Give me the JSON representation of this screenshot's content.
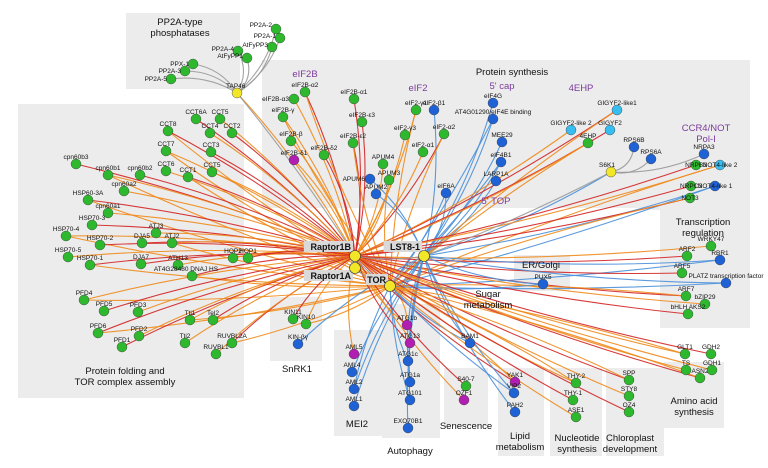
{
  "colors": {
    "green": "#2eb82e",
    "blue": "#1f62d6",
    "magenta": "#b21eb2",
    "cyan": "#38bdf0",
    "yellow": "#f2e629",
    "edge_red": "#d42424",
    "edge_orange": "#f08a1a",
    "edge_gray": "#999999",
    "edge_blue": "#4a90d9",
    "region": "#ececec"
  },
  "groups": [
    {
      "id": "g_pp2a",
      "lines": [
        "PP2A-type",
        "phosphatases"
      ],
      "style": "plain"
    },
    {
      "id": "g_ps",
      "lines": [
        "Protein synthesis"
      ],
      "style": "plain"
    },
    {
      "id": "g_eif2b",
      "lines": [
        "eIF2B"
      ],
      "style": "purple"
    },
    {
      "id": "g_eif2",
      "lines": [
        "eIF2"
      ],
      "style": "purple"
    },
    {
      "id": "g_5cap",
      "lines": [
        "5' cap"
      ],
      "style": "purple"
    },
    {
      "id": "g_4ehp",
      "lines": [
        "4EHP"
      ],
      "style": "purple"
    },
    {
      "id": "g_ccr4",
      "lines": [
        "CCR4/NOT",
        "Pol-I"
      ],
      "style": "purple"
    },
    {
      "id": "g_5top",
      "lines": [
        "5' TOP"
      ],
      "style": "purple"
    },
    {
      "id": "g_tr",
      "lines": [
        "Transcription",
        "regulation"
      ],
      "style": "plain"
    },
    {
      "id": "g_er",
      "lines": [
        "ER/Golgi"
      ],
      "style": "plain"
    },
    {
      "id": "g_sugar",
      "lines": [
        "Sugar",
        "metabolism"
      ],
      "style": "plain"
    },
    {
      "id": "g_pf",
      "lines": [
        "Protein folding and",
        "TOR complex assembly"
      ],
      "style": "plain"
    },
    {
      "id": "g_snrk",
      "lines": [
        "SnRK1"
      ],
      "style": "plain"
    },
    {
      "id": "g_mei2",
      "lines": [
        "MEI2"
      ],
      "style": "plain"
    },
    {
      "id": "g_auto",
      "lines": [
        "Autophagy"
      ],
      "style": "plain"
    },
    {
      "id": "g_sen",
      "lines": [
        "Senescence"
      ],
      "style": "plain"
    },
    {
      "id": "g_lipid",
      "lines": [
        "Lipid",
        "metabolism"
      ],
      "style": "plain"
    },
    {
      "id": "g_nuc",
      "lines": [
        "Nucleotide",
        "synthesis"
      ],
      "style": "plain"
    },
    {
      "id": "g_chl",
      "lines": [
        "Chloroplast",
        "development"
      ],
      "style": "plain"
    },
    {
      "id": "g_aa",
      "lines": [
        "Amino acid",
        "synthesis"
      ],
      "style": "plain"
    }
  ],
  "hubs": [
    {
      "id": "raptor1b",
      "label": "Raptor1B"
    },
    {
      "id": "lst8",
      "label": "LST8-1"
    },
    {
      "id": "raptor1a",
      "label": "Raptor1A"
    },
    {
      "id": "tor",
      "label": "TOR"
    }
  ],
  "nodes": [
    {
      "id": "pp2a2",
      "label": "PP2A-2",
      "c": "green",
      "hub": "tap46"
    },
    {
      "id": "pp2a1",
      "label": "PP2A-1",
      "c": "green",
      "hub": "tap46"
    },
    {
      "id": "atfypp3",
      "label": "AtFyPP3",
      "c": "green",
      "hub": "tap46"
    },
    {
      "id": "pp2a4",
      "label": "PP2A-4",
      "c": "green",
      "hub": "tap46"
    },
    {
      "id": "atfypp1",
      "label": "AtFyPP1",
      "c": "green",
      "hub": "tap46"
    },
    {
      "id": "ppx1",
      "label": "PPX-1",
      "c": "green",
      "hub": "tap46"
    },
    {
      "id": "pp2a3",
      "label": "PP2A-3",
      "c": "green",
      "hub": "tap46"
    },
    {
      "id": "pp2a5",
      "label": "PP2A-5",
      "c": "green",
      "hub": "tap46"
    },
    {
      "id": "tap46",
      "label": "TAP46",
      "c": "yellow",
      "hub": "raptor1b"
    },
    {
      "id": "eif2ba2",
      "label": "eIF2B-α2",
      "c": "green",
      "hub": "raptor1b"
    },
    {
      "id": "eif2ba3",
      "label": "eIF2B-α3",
      "c": "green",
      "hub": "raptor1b"
    },
    {
      "id": "eif2ba1",
      "label": "eIF2B-α1",
      "c": "green",
      "hub": "raptor1b"
    },
    {
      "id": "eif2bg",
      "label": "eIF2B-γ",
      "c": "green",
      "hub": "raptor1b"
    },
    {
      "id": "eif2be3",
      "label": "eIF2B-ε3",
      "c": "green",
      "hub": "raptor1b"
    },
    {
      "id": "eif2bb",
      "label": "eIF2B-β",
      "c": "green",
      "hub": "raptor1b"
    },
    {
      "id": "eif2be2",
      "label": "eIF2B-ε2",
      "c": "green",
      "hub": "raptor1b"
    },
    {
      "id": "eif2bd1",
      "label": "eIF2B-δ1",
      "c": "magenta",
      "hub": "raptor1b"
    },
    {
      "id": "eif2bd2",
      "label": "eIF2B-δ2",
      "c": "green",
      "hub": "raptor1b"
    },
    {
      "id": "eif2g1",
      "label": "eIF2-γ1",
      "c": "green",
      "hub": "raptor1b"
    },
    {
      "id": "eif2b1",
      "label": "eIF2-β1",
      "c": "blue",
      "hub": "lst8"
    },
    {
      "id": "eif2g3",
      "label": "eIF2-γ3",
      "c": "green",
      "hub": "raptor1b"
    },
    {
      "id": "eif2a2",
      "label": "eIF2-α2",
      "c": "green",
      "hub": "raptor1b"
    },
    {
      "id": "eif2a1",
      "label": "eIF2-α1",
      "c": "green",
      "hub": "raptor1b"
    },
    {
      "id": "eif4g",
      "label": "eIF4G",
      "c": "blue",
      "hub": "lst8"
    },
    {
      "id": "at4g",
      "label": "AT4G01290/eIF4E binding",
      "c": "blue",
      "hub": "lst8"
    },
    {
      "id": "mee29",
      "label": "MEE29",
      "c": "blue",
      "hub": "lst8"
    },
    {
      "id": "eif4b1",
      "label": "eIF4B1",
      "c": "blue",
      "hub": "lst8"
    },
    {
      "id": "larp1a",
      "label": "LARP1A",
      "c": "blue",
      "hub": "lst8"
    },
    {
      "id": "apum4",
      "label": "APUM4",
      "c": "green",
      "hub": "raptor1b"
    },
    {
      "id": "apum6",
      "label": "APUM6",
      "c": "blue",
      "hub": "lst8"
    },
    {
      "id": "apum3",
      "label": "APUM3",
      "c": "green",
      "hub": "raptor1b"
    },
    {
      "id": "apum2",
      "label": "APUM2",
      "c": "blue",
      "hub": "lst8"
    },
    {
      "id": "eif6a",
      "label": "eIF6A",
      "c": "blue",
      "hub": "lst8"
    },
    {
      "id": "gigyf1",
      "label": "GIGYF2-like1",
      "c": "cyan",
      "hub": "raptor1b"
    },
    {
      "id": "gigyf2l2",
      "label": "GIGYF2-like 2",
      "c": "cyan",
      "hub": "raptor1b"
    },
    {
      "id": "gigyf2",
      "label": "GIGYF2",
      "c": "cyan",
      "hub": "raptor1b"
    },
    {
      "id": "ehp4",
      "label": "4EHP",
      "c": "green",
      "hub": "raptor1b"
    },
    {
      "id": "rps6b",
      "label": "RPS6B",
      "c": "blue",
      "hub": "s6k1"
    },
    {
      "id": "rps6a",
      "label": "RPS6A",
      "c": "blue",
      "hub": "s6k1"
    },
    {
      "id": "s6k1",
      "label": "S6K1",
      "c": "yellow",
      "hub": "lst8"
    },
    {
      "id": "nrpa3",
      "label": "NRPA3",
      "c": "blue",
      "hub": "s6k1"
    },
    {
      "id": "nrpb3",
      "label": "NRPB3",
      "c": "green",
      "hub": "raptor1b"
    },
    {
      "id": "not4l2",
      "label": "NOT4-like 2",
      "c": "cyan",
      "hub": "raptor1b"
    },
    {
      "id": "nrpc3",
      "label": "NRPC3",
      "c": "green",
      "hub": "raptor1b"
    },
    {
      "id": "not4l1",
      "label": "NOT4-like 1",
      "c": "blue",
      "hub": "lst8"
    },
    {
      "id": "not3",
      "label": "NOT3",
      "c": "green",
      "hub": "raptor1b"
    },
    {
      "id": "wrky47",
      "label": "WRKY47",
      "c": "green",
      "hub": "raptor1b"
    },
    {
      "id": "arf2",
      "label": "ARF2",
      "c": "green",
      "hub": "raptor1b"
    },
    {
      "id": "rbr1",
      "label": "RBR1",
      "c": "blue",
      "hub": "lst8"
    },
    {
      "id": "arf5",
      "label": "ARF5",
      "c": "green",
      "hub": "raptor1b"
    },
    {
      "id": "platz",
      "label": "PLATZ transcription factor",
      "c": "blue",
      "hub": "lst8"
    },
    {
      "id": "arf7",
      "label": "ARF7",
      "c": "green",
      "hub": "raptor1b"
    },
    {
      "id": "bzip29",
      "label": "bZIP29",
      "c": "green",
      "hub": "raptor1b"
    },
    {
      "id": "bhlh",
      "label": "bHLH AKS2",
      "c": "green",
      "hub": "raptor1b"
    },
    {
      "id": "pux5",
      "label": "PUX5",
      "c": "blue",
      "hub": "lst8"
    },
    {
      "id": "cct6a",
      "label": "CCT6A",
      "c": "green",
      "hub": "raptor1b"
    },
    {
      "id": "cct5",
      "label": "CCT5",
      "c": "green",
      "hub": "raptor1b"
    },
    {
      "id": "cct8",
      "label": "CCT8",
      "c": "green",
      "hub": "raptor1b"
    },
    {
      "id": "cct4",
      "label": "CCT4",
      "c": "green",
      "hub": "raptor1b"
    },
    {
      "id": "cct2",
      "label": "CCT2",
      "c": "green",
      "hub": "raptor1b"
    },
    {
      "id": "cct7",
      "label": "CCT7",
      "c": "green",
      "hub": "raptor1b"
    },
    {
      "id": "cct3",
      "label": "CCT3",
      "c": "green",
      "hub": "raptor1b"
    },
    {
      "id": "cct6",
      "label": "CCT6",
      "c": "green",
      "hub": "raptor1b"
    },
    {
      "id": "cct1",
      "label": "CCT1",
      "c": "green",
      "hub": "raptor1b"
    },
    {
      "id": "cct5b",
      "label": "CCT5",
      "c": "green",
      "hub": "raptor1b"
    },
    {
      "id": "cpn60b3",
      "label": "cpn60b3",
      "c": "green",
      "hub": "raptor1b"
    },
    {
      "id": "cpn60b1",
      "label": "cpn60b1",
      "c": "green",
      "hub": "raptor1b"
    },
    {
      "id": "cpn60b2",
      "label": "cpn60b2",
      "c": "green",
      "hub": "raptor1b"
    },
    {
      "id": "cpn60a2",
      "label": "cpn60a2",
      "c": "green",
      "hub": "raptor1b"
    },
    {
      "id": "hsp60",
      "label": "HSP60-3A",
      "c": "green",
      "hub": "raptor1b"
    },
    {
      "id": "cpn60a1",
      "label": "cpn60a1",
      "c": "green",
      "hub": "raptor1b"
    },
    {
      "id": "hsp703",
      "label": "HSP70-3",
      "c": "green",
      "hub": "raptor1b"
    },
    {
      "id": "hsp704",
      "label": "HSP70-4",
      "c": "green",
      "hub": "raptor1b"
    },
    {
      "id": "hsp702",
      "label": "HSP70-2",
      "c": "green",
      "hub": "raptor1b"
    },
    {
      "id": "hsp705",
      "label": "HSP70-5",
      "c": "green",
      "hub": "raptor1b"
    },
    {
      "id": "hsp701",
      "label": "HSP70-1",
      "c": "green",
      "hub": "raptor1b"
    },
    {
      "id": "atj3",
      "label": "ATJ3",
      "c": "green",
      "hub": "raptor1b"
    },
    {
      "id": "dja5",
      "label": "DJA5",
      "c": "green",
      "hub": "raptor1b"
    },
    {
      "id": "atj2",
      "label": "ATJ2",
      "c": "green",
      "hub": "raptor1b"
    },
    {
      "id": "dja7",
      "label": "DJA7",
      "c": "green",
      "hub": "raptor1b"
    },
    {
      "id": "ath13",
      "label": "ATH13",
      "c": "green",
      "hub": "raptor1b"
    },
    {
      "id": "at4g28480",
      "label": "AT4G28480 DNAJ HS",
      "c": "green",
      "hub": "raptor1b"
    },
    {
      "id": "hop2",
      "label": "HOP2",
      "c": "green",
      "hub": "raptor1b"
    },
    {
      "id": "hop1",
      "label": "HOP1",
      "c": "green",
      "hub": "raptor1b"
    },
    {
      "id": "pfd4",
      "label": "PFD4",
      "c": "green",
      "hub": "raptor1b"
    },
    {
      "id": "pfd5",
      "label": "PFD5",
      "c": "green",
      "hub": "raptor1b"
    },
    {
      "id": "pfd3",
      "label": "PFD3",
      "c": "green",
      "hub": "raptor1b"
    },
    {
      "id": "pfd6",
      "label": "PFD6",
      "c": "green",
      "hub": "raptor1b"
    },
    {
      "id": "pfd2",
      "label": "PFD2",
      "c": "green",
      "hub": "raptor1b"
    },
    {
      "id": "pfd1",
      "label": "PFD1",
      "c": "green",
      "hub": "raptor1b"
    },
    {
      "id": "tti1",
      "label": "Tti1",
      "c": "green",
      "hub": "raptor1b"
    },
    {
      "id": "tel2",
      "label": "Tel2",
      "c": "green",
      "hub": "raptor1b"
    },
    {
      "id": "tti2",
      "label": "Tti2",
      "c": "green",
      "hub": "raptor1b"
    },
    {
      "id": "ruvbl2a",
      "label": "RUVBL2A",
      "c": "green",
      "hub": "raptor1b"
    },
    {
      "id": "ruvbl1",
      "label": "RUVBL1",
      "c": "green",
      "hub": "raptor1b"
    },
    {
      "id": "kin11",
      "label": "KIN11",
      "c": "green",
      "hub": "raptor1b"
    },
    {
      "id": "kin10",
      "label": "KIN10",
      "c": "green",
      "hub": "raptor1b"
    },
    {
      "id": "kinbg",
      "label": "KIN-βγ",
      "c": "blue",
      "hub": "lst8"
    },
    {
      "id": "aml5",
      "label": "AML5",
      "c": "magenta",
      "hub": "raptor1b"
    },
    {
      "id": "aml4",
      "label": "AML4",
      "c": "blue",
      "hub": "lst8"
    },
    {
      "id": "aml2",
      "label": "AML2",
      "c": "blue",
      "hub": "lst8"
    },
    {
      "id": "aml1",
      "label": "AML1",
      "c": "blue",
      "hub": "lst8"
    },
    {
      "id": "atg1b",
      "label": "ATG1b",
      "c": "magenta",
      "hub": "raptor1b"
    },
    {
      "id": "atg13",
      "label": "ATG13",
      "c": "magenta",
      "hub": "raptor1b"
    },
    {
      "id": "atg1c",
      "label": "ATG1c",
      "c": "blue",
      "hub": "lst8"
    },
    {
      "id": "atg1a",
      "label": "ATG1a",
      "c": "blue",
      "hub": "lst8"
    },
    {
      "id": "atg101",
      "label": "ATG101",
      "c": "blue",
      "hub": "lst8"
    },
    {
      "id": "exo70b1",
      "label": "EXO70B1",
      "c": "blue",
      "hub": "lst8"
    },
    {
      "id": "bam1",
      "label": "BAM1",
      "c": "blue",
      "hub": "lst8"
    },
    {
      "id": "s407",
      "label": "S40-7",
      "c": "green",
      "hub": "raptor1b"
    },
    {
      "id": "ozf1",
      "label": "OZF1",
      "c": "magenta",
      "hub": "raptor1b"
    },
    {
      "id": "yak1",
      "label": "YAK1",
      "c": "magenta",
      "hub": "raptor1b"
    },
    {
      "id": "vip2",
      "label": "VIP2",
      "c": "blue",
      "hub": "lst8"
    },
    {
      "id": "pah2",
      "label": "PAH2",
      "c": "blue",
      "hub": "lst8"
    },
    {
      "id": "thy2",
      "label": "THY-2",
      "c": "green",
      "hub": "raptor1b"
    },
    {
      "id": "thy1",
      "label": "THY-1",
      "c": "green",
      "hub": "raptor1b"
    },
    {
      "id": "ase1",
      "label": "ASE1",
      "c": "green",
      "hub": "raptor1b"
    },
    {
      "id": "spp",
      "label": "SPP",
      "c": "green",
      "hub": "raptor1b"
    },
    {
      "id": "sty8",
      "label": "STY8",
      "c": "green",
      "hub": "raptor1b"
    },
    {
      "id": "oz4",
      "label": "OZ4",
      "c": "green",
      "hub": "raptor1b"
    },
    {
      "id": "glt1",
      "label": "GLT1",
      "c": "green",
      "hub": "raptor1b"
    },
    {
      "id": "gdh2",
      "label": "GDH2",
      "c": "green",
      "hub": "raptor1b"
    },
    {
      "id": "ts",
      "label": "TS",
      "c": "green",
      "hub": "raptor1b"
    },
    {
      "id": "asn2",
      "label": "ASN2",
      "c": "green",
      "hub": "raptor1b"
    },
    {
      "id": "gdh1",
      "label": "GDH1",
      "c": "green",
      "hub": "raptor1b"
    }
  ]
}
